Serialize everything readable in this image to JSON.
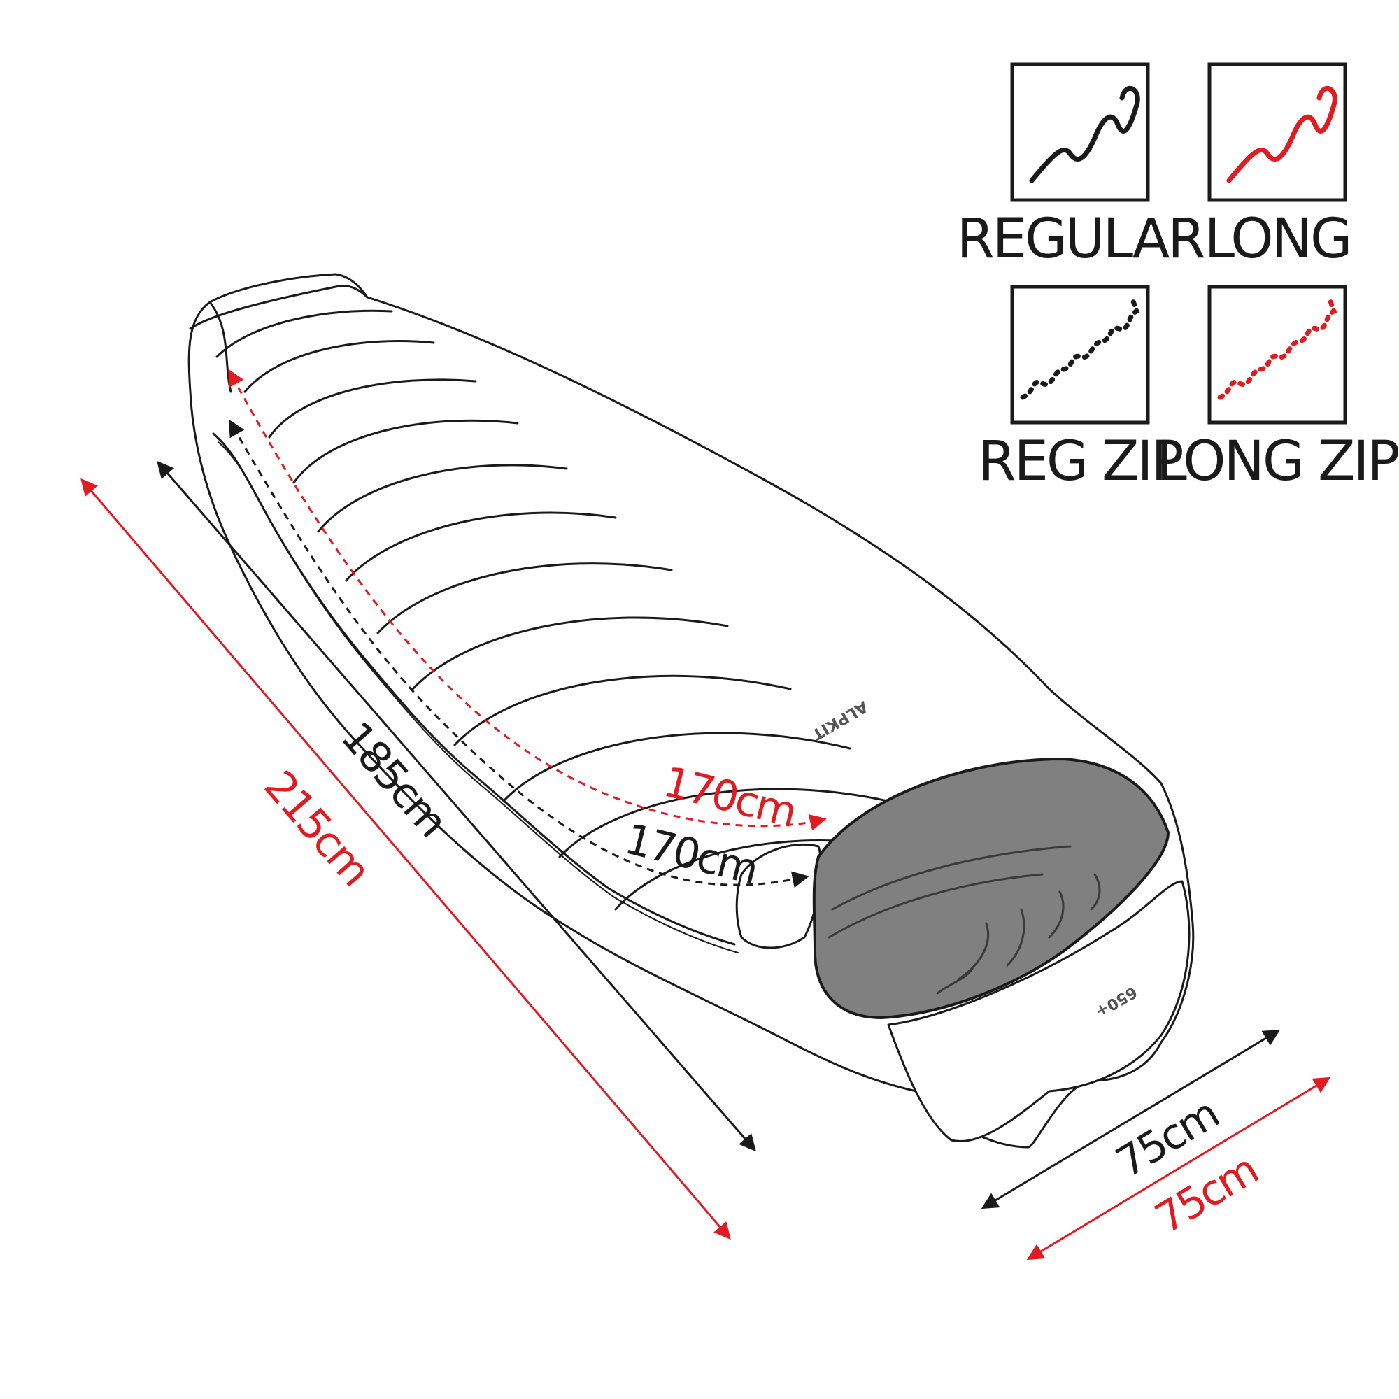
{
  "legend": {
    "regular": {
      "label": "REGULAR",
      "color": "#1a1a1a",
      "style": "solid"
    },
    "long": {
      "label": "LONG",
      "color": "#e11b22",
      "style": "solid"
    },
    "reg_zip": {
      "label": "REG ZIP",
      "color": "#1a1a1a",
      "style": "dotted"
    },
    "long_zip": {
      "label": "LONG ZIP",
      "color": "#e11b22",
      "style": "dotted"
    }
  },
  "dimensions": {
    "length_regular": "185cm",
    "length_long": "215cm",
    "zip_regular": "170cm",
    "zip_long": "170cm",
    "width_regular": "75cm",
    "width_long": "75cm"
  },
  "branding": {
    "brand": "ALPKIT",
    "fill_badge": "650+"
  },
  "colors": {
    "regular": "#1a1a1a",
    "long": "#e11b22",
    "hood_interior": "#808080",
    "outline": "#1a1a1a"
  }
}
